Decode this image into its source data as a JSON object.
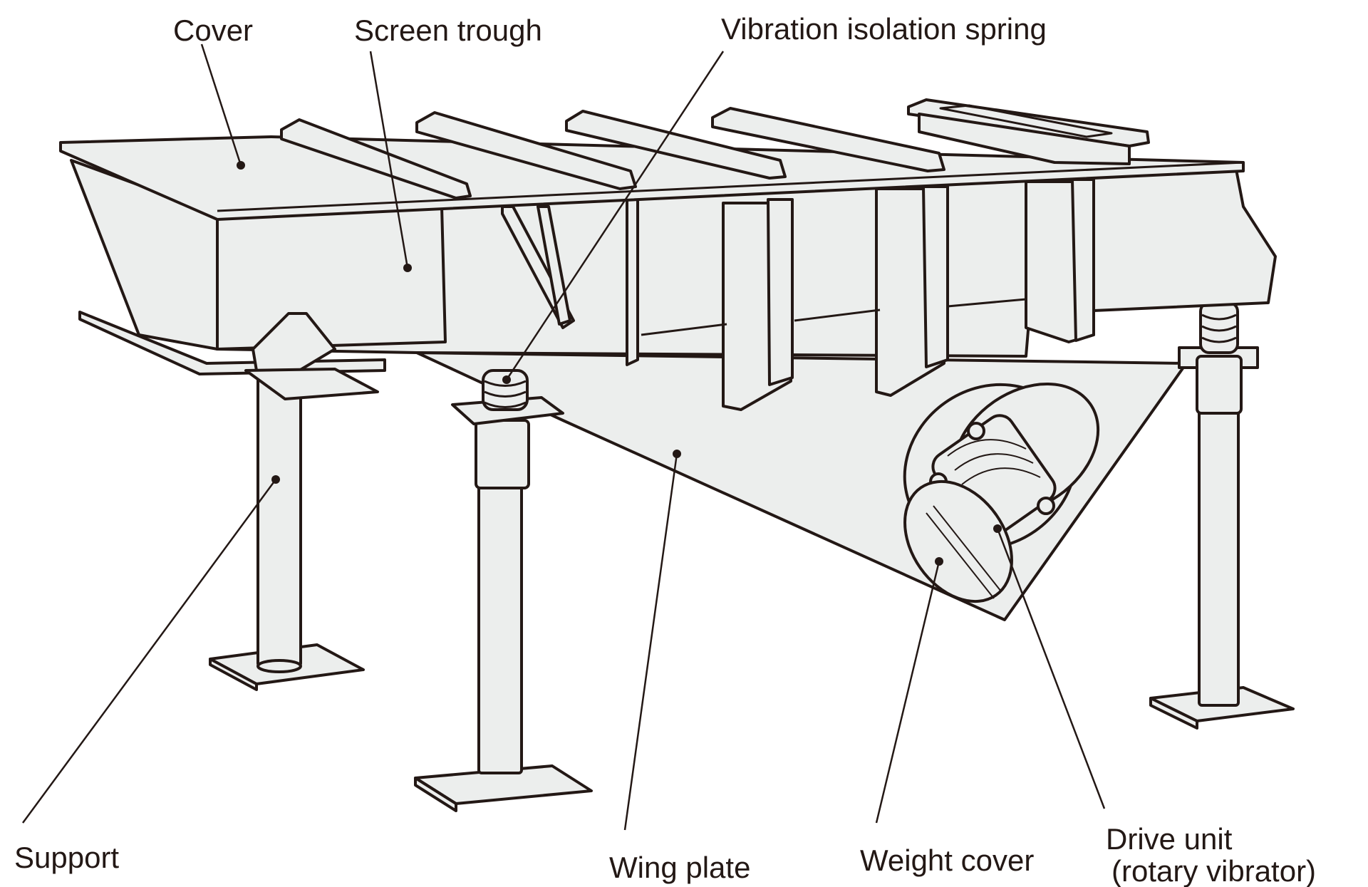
{
  "figure": {
    "subject": "Vibrating screen (rotary vibrator driven)",
    "colors": {
      "line": "#231815",
      "fill": "#eceeed",
      "background": "#ffffff"
    }
  },
  "labels": {
    "cover": "Cover",
    "screen_trough": "Screen trough",
    "vibration_isolation_spring": "Vibration isolation spring",
    "support": "Support",
    "wing_plate": "Wing plate",
    "weight_cover": "Weight cover",
    "drive_unit_line1": "Drive unit",
    "drive_unit_line2": "(rotary vibrator)"
  }
}
